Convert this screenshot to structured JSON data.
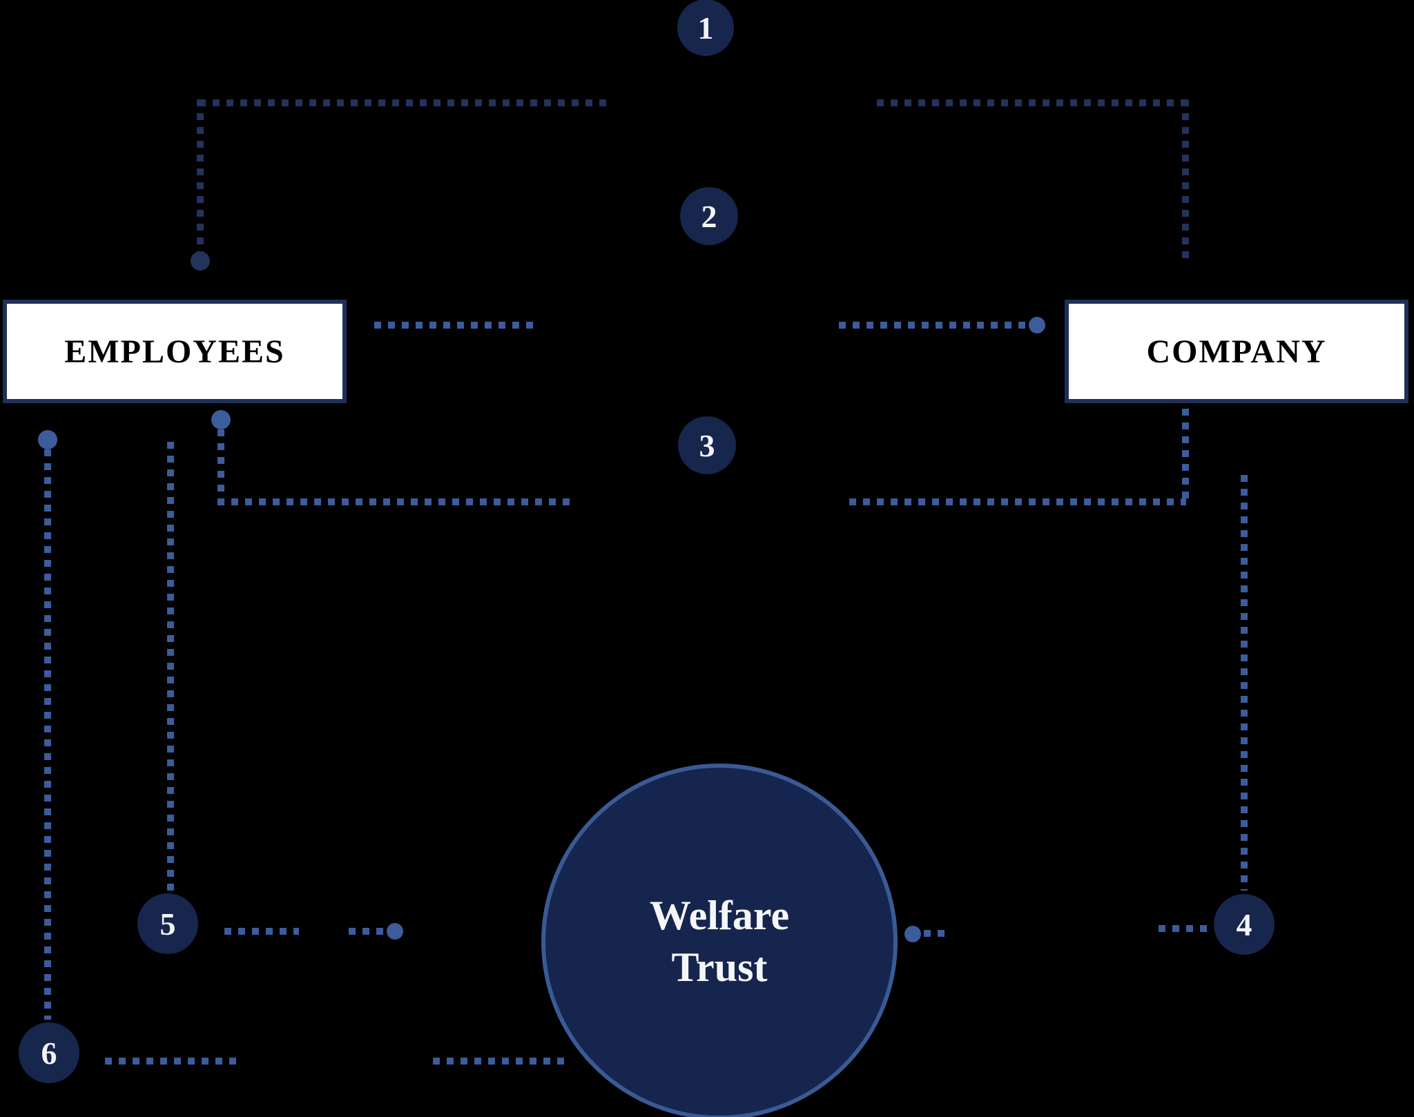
{
  "diagram": {
    "nodes": {
      "employees": {
        "label": "EMPLOYEES"
      },
      "company": {
        "label": "COMPANY"
      },
      "welfare_trust": {
        "line1": "Welfare",
        "line2": "Trust"
      }
    },
    "steps": [
      "1",
      "2",
      "3",
      "4",
      "5",
      "6"
    ],
    "colors": {
      "background": "#000000",
      "node_circle_fill": "#17264c",
      "trust_fill": "#16254d",
      "trust_border": "#3a5a96",
      "box_fill": "#ffffff",
      "box_border": "#1e2f58",
      "box_text": "#000000",
      "badge_text": "#f2f4f8",
      "connector_dark": "#22335c",
      "connector_light": "#3c5c9c"
    }
  }
}
